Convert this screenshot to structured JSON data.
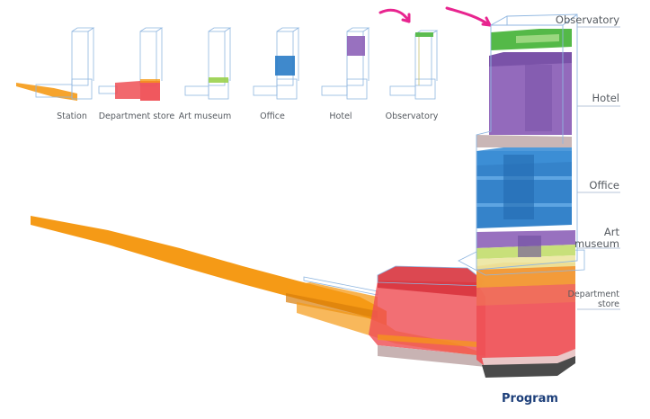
{
  "thumbnails": [
    {
      "id": "station",
      "label": "Station",
      "color": "#f59a16"
    },
    {
      "id": "department-store",
      "label": "Department store",
      "color": "#ef4f55"
    },
    {
      "id": "art-museum",
      "label": "Art museum",
      "color": "#9bd14c"
    },
    {
      "id": "office",
      "label": "Office",
      "color": "#2a7cc7"
    },
    {
      "id": "hotel",
      "label": "Hotel",
      "color": "#8d62b8"
    },
    {
      "id": "observatory",
      "label": "Observatory",
      "color": "#54b948"
    }
  ],
  "program_labels": {
    "observatory": "Observatory",
    "hotel": "Hotel",
    "office": "Office",
    "art_museum_line1": "Art",
    "art_museum_line2": "museum",
    "department_store_line1": "Department",
    "department_store_line2": "store"
  },
  "title": "Program",
  "annotation_color": "#e8258f",
  "colors": {
    "station": "#f59a16",
    "department_store": "#ef4f55",
    "art_museum": "#c8e07a",
    "office": "#2a7cc7",
    "hotel": "#8d62b8",
    "observatory": "#54b948",
    "outline": "#8fb6e0",
    "base": "#b9b3b3"
  }
}
